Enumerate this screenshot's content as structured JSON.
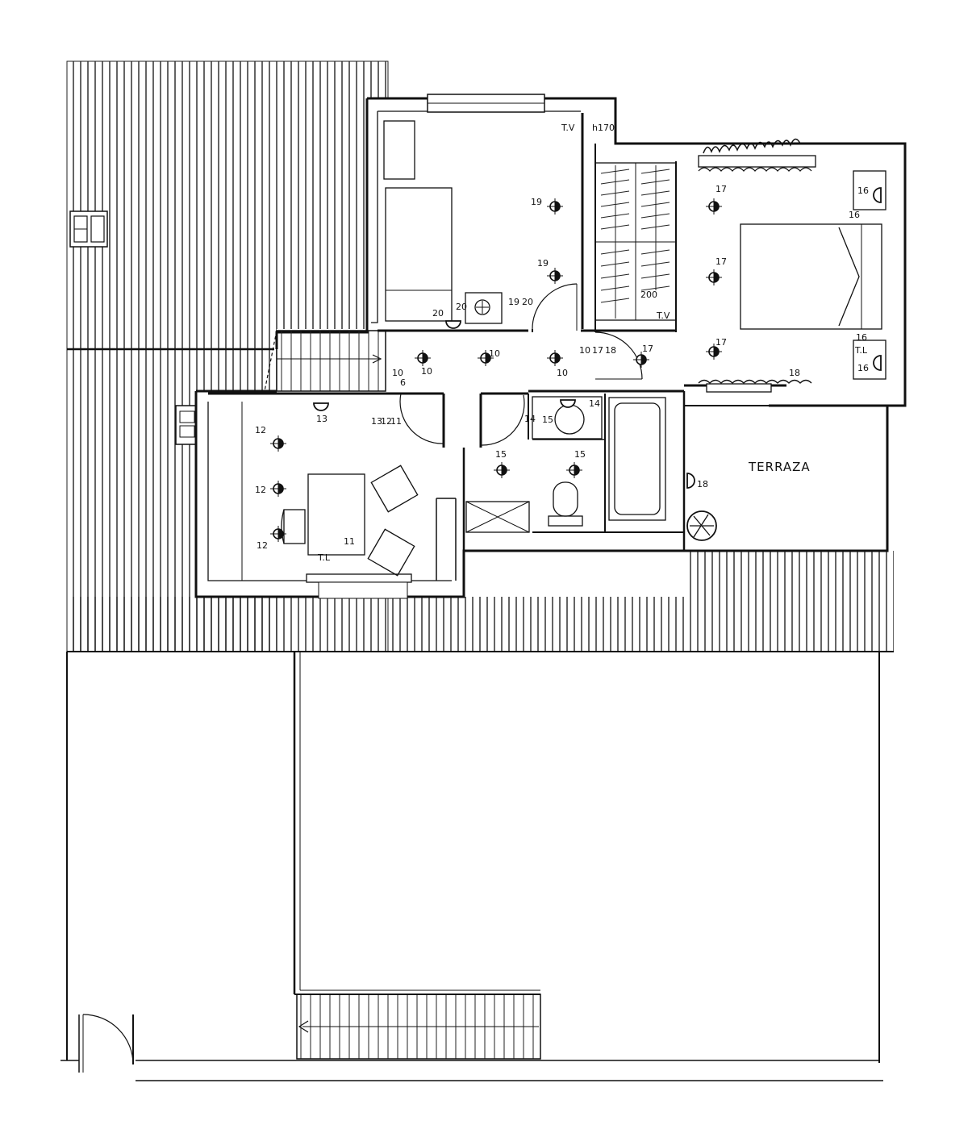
{
  "plan": {
    "room_labels": {
      "terrace": "TERRAZA"
    },
    "fixture_labels": {
      "tv_bedroom1": "T.V",
      "h170": "h170",
      "tv_bedroom2": "T.V",
      "tl_bedroom2": "T.L",
      "tl_study": "T.L",
      "n200": "200"
    },
    "point_numbers": {
      "n19a": "19",
      "n19b": "19",
      "n19c": "19",
      "n20a": "20",
      "n20b": "20",
      "n20c": "20",
      "n17a": "17",
      "n17b": "17",
      "n17c": "17",
      "n17d": "17",
      "n17e": "17",
      "n16a": "16",
      "n16b": "16",
      "n16c": "16",
      "n16d": "16",
      "n18a": "18",
      "n18b": "18",
      "n18c": "18",
      "n10a": "10",
      "n10b": "10",
      "n10c": "10",
      "n10d": "10",
      "n10e": "10",
      "n6": "6",
      "n13a": "13",
      "n13b": "13",
      "n12a": "12",
      "n12b": "12",
      "n12c": "12",
      "n12d": "12",
      "n11a": "11",
      "n11b": "11",
      "n14a": "14",
      "n14b": "14",
      "n15a": "15",
      "n15b": "15",
      "n15c": "15"
    }
  }
}
